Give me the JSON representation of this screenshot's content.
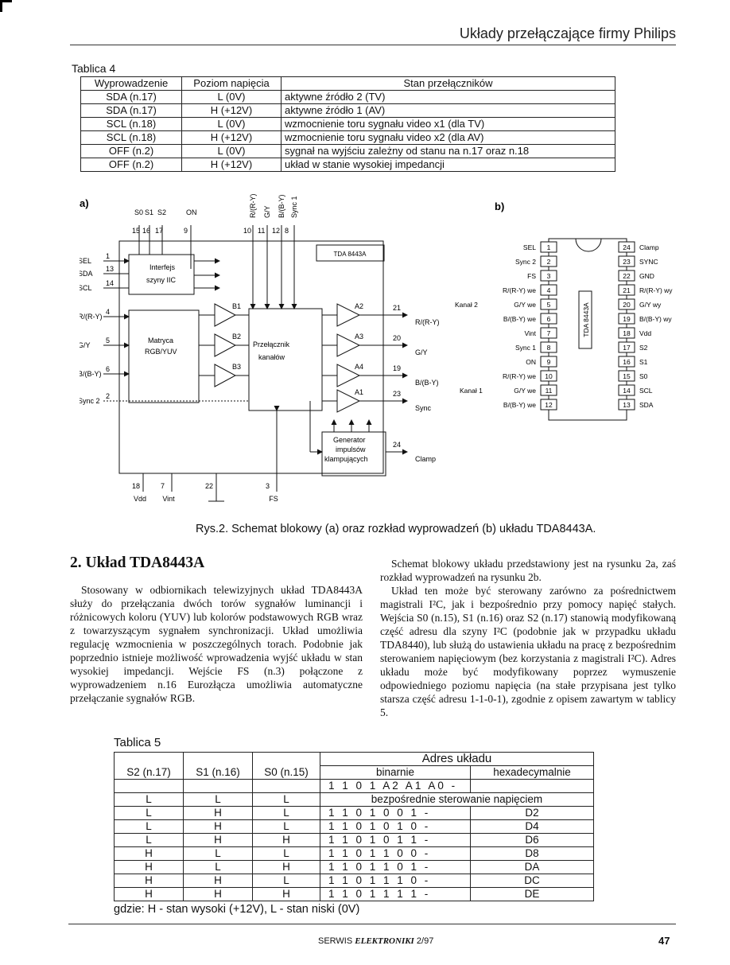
{
  "header": {
    "title": "Układy przełączające firmy Philips"
  },
  "table4": {
    "caption": "Tablica 4",
    "headers": [
      "Wyprowadzenie",
      "Poziom napięcia",
      "Stan przełączników"
    ],
    "rows": [
      [
        "SDA (n.17)",
        "L (0V)",
        "aktywne źródło 2 (TV)"
      ],
      [
        "SDA (n.17)",
        "H (+12V)",
        "aktywne źródło 1 (AV)"
      ],
      [
        "SCL (n.18)",
        "L (0V)",
        "wzmocnienie toru sygnału video x1 (dla TV)"
      ],
      [
        "SCL (n.18)",
        "H (+12V)",
        "wzmocnienie toru sygnału video x2 (dla AV)"
      ],
      [
        "OFF (n.2)",
        "L (0V)",
        "sygnał na wyjściu zależny od stanu na n.17 oraz n.18"
      ],
      [
        "OFF (n.2)",
        "H (+12V)",
        "układ w stanie wysokiej impedancji"
      ]
    ]
  },
  "figure": {
    "label_a": "a)",
    "label_b": "b)",
    "top_pins_left": [
      "S0",
      "S1",
      "S2",
      "ON"
    ],
    "top_pin_nums_left": [
      "15",
      "16",
      "17",
      "9"
    ],
    "top_pins_right": [
      "R/(R-Y)",
      "G/Y",
      "B/(B-Y)",
      "Sync 1"
    ],
    "top_pin_nums_right": [
      "10",
      "11",
      "12",
      "8"
    ],
    "chip_name": "TDA 8443A",
    "left_inputs": [
      {
        "name": "SEL",
        "pin": "1"
      },
      {
        "name": "SDA",
        "pin": "13"
      },
      {
        "name": "SCL",
        "pin": "14"
      },
      {
        "name": "R/(R-Y)",
        "pin": "4"
      },
      {
        "name": "G/Y",
        "pin": "5"
      },
      {
        "name": "B/(B-Y)",
        "pin": "6"
      },
      {
        "name": "Sync 2",
        "pin": "2"
      }
    ],
    "block_interface": [
      "Interfejs",
      "szyny IIC"
    ],
    "block_matrix": [
      "Matryca",
      "RGB/YUV"
    ],
    "block_switch": [
      "Przełącznik",
      "kanałów"
    ],
    "block_generator": [
      "Generator",
      "impulsów",
      "klampujących"
    ],
    "amp_b": [
      "B1",
      "B2",
      "B3"
    ],
    "amp_a": [
      "A2",
      "A3",
      "A4",
      "A1"
    ],
    "outputs": [
      {
        "name": "R/(R-Y)",
        "pin": "21"
      },
      {
        "name": "G/Y",
        "pin": "20"
      },
      {
        "name": "B/(B-Y)",
        "pin": "19"
      },
      {
        "name": "Sync",
        "pin": "23"
      },
      {
        "name": "Clamp",
        "pin": "24"
      }
    ],
    "bottom_pins": [
      {
        "pin": "18",
        "name": "Vdd"
      },
      {
        "pin": "7",
        "name": "Vint"
      },
      {
        "pin": "22",
        "name": ""
      },
      {
        "pin": "3",
        "name": "FS"
      }
    ],
    "pinout_chip": "TDA 8443A",
    "pinout_left": [
      {
        "n": "1",
        "name": "SEL"
      },
      {
        "n": "2",
        "name": "Sync 2"
      },
      {
        "n": "3",
        "name": "FS"
      },
      {
        "n": "4",
        "name": "R/(R-Y) we"
      },
      {
        "n": "5",
        "name": "G/Y we"
      },
      {
        "n": "6",
        "name": "B/(B-Y) we"
      },
      {
        "n": "7",
        "name": "Vint"
      },
      {
        "n": "8",
        "name": "Sync 1"
      },
      {
        "n": "9",
        "name": "ON"
      },
      {
        "n": "10",
        "name": "R/(R-Y) we"
      },
      {
        "n": "11",
        "name": "G/Y we"
      },
      {
        "n": "12",
        "name": "B/(B-Y) we"
      }
    ],
    "pinout_right": [
      {
        "n": "24",
        "name": "Clamp"
      },
      {
        "n": "23",
        "name": "SYNC"
      },
      {
        "n": "22",
        "name": "GND"
      },
      {
        "n": "21",
        "name": "R/(R-Y) wy"
      },
      {
        "n": "20",
        "name": "G/Y wy"
      },
      {
        "n": "19",
        "name": "B/(B-Y) wy"
      },
      {
        "n": "18",
        "name": "Vdd"
      },
      {
        "n": "17",
        "name": "S2"
      },
      {
        "n": "16",
        "name": "S1"
      },
      {
        "n": "15",
        "name": "S0"
      },
      {
        "n": "14",
        "name": "SCL"
      },
      {
        "n": "13",
        "name": "SDA"
      }
    ],
    "kanal2": "Kanał 2",
    "kanal1": "Kanał 1"
  },
  "figure_caption": "Rys.2. Schemat blokowy (a) oraz rozkład wyprowadzeń (b) układu TDA8443A.",
  "section": {
    "heading": "2. Układ TDA8443A",
    "left_paragraphs": [
      "Stosowany w odbiornikach telewizyjnych układ TDA8443A służy do przełączania dwóch torów sygnałów luminancji i różnicowych koloru (YUV) lub kolorów podstawowych RGB wraz z towarzyszącym sygnałem synchronizacji. Układ umożliwia regulację wzmocnienia w poszczególnych torach. Podobnie jak poprzednio istnieje możliwość wprowadzenia wyjść układu w stan wysokiej impedancji. Wejście FS (n.3) połączone z wyprowadzeniem n.16 Eurozłącza umożliwia automatyczne przełączanie sygnałów RGB."
    ],
    "right_paragraphs": [
      "Schemat blokowy układu przedstawiony jest na rysunku 2a, zaś rozkład wyprowadzeń na rysunku 2b.",
      "Układ ten może być sterowany zarówno za pośrednictwem magistrali I²C, jak i bezpośrednio przy pomocy napięć stałych. Wejścia S0 (n.15), S1 (n.16) oraz S2 (n.17) stanowią modyfikowaną część adresu dla szyny I²C (podobnie jak w przypadku układu TDA8440), lub służą do ustawienia układu na pracę z bezpośrednim sterowaniem napięciowym (bez korzystania z magistrali I²C). Adres układu może być modyfikowany poprzez wymuszenie odpowiedniego poziomu napięcia (na stałe przypisana jest tylko starsza część adresu 1-1-0-1), zgodnie z opisem zawartym w tablicy 5."
    ]
  },
  "table5": {
    "caption": "Tablica 5",
    "col_headers": [
      "S2 (n.17)",
      "S1 (n.16)",
      "S0 (n.15)"
    ],
    "group_header": "Adres układu",
    "sub_headers": [
      "binarnie",
      "hexadecymalnie"
    ],
    "bit_header": "1 1 0 1 A2 A1 A0 -",
    "direct_label": "bezpośrednie sterowanie napięciem",
    "direct_row": [
      "L",
      "L",
      "L"
    ],
    "rows": [
      [
        "L",
        "H",
        "L",
        "1 1 0 1 0 0 1 -",
        "D2"
      ],
      [
        "L",
        "H",
        "L",
        "1 1 0 1 0 1 0 -",
        "D4"
      ],
      [
        "L",
        "H",
        "H",
        "1 1 0 1 0 1 1 -",
        "D6"
      ],
      [
        "H",
        "L",
        "L",
        "1 1 0 1 1 0 0 -",
        "D8"
      ],
      [
        "H",
        "L",
        "H",
        "1 1 0 1 1 0 1 -",
        "DA"
      ],
      [
        "H",
        "H",
        "L",
        "1 1 0 1 1 1 0 -",
        "DC"
      ],
      [
        "H",
        "H",
        "H",
        "1 1 0 1 1 1 1 -",
        "DE"
      ]
    ],
    "note": "gdzie: H - stan wysoki (+12V), L - stan niski (0V)"
  },
  "footer": {
    "magazine_prefix": "SERWIS",
    "magazine_name": "ELEKTRONIKI",
    "issue": "2/97",
    "page": "47"
  }
}
